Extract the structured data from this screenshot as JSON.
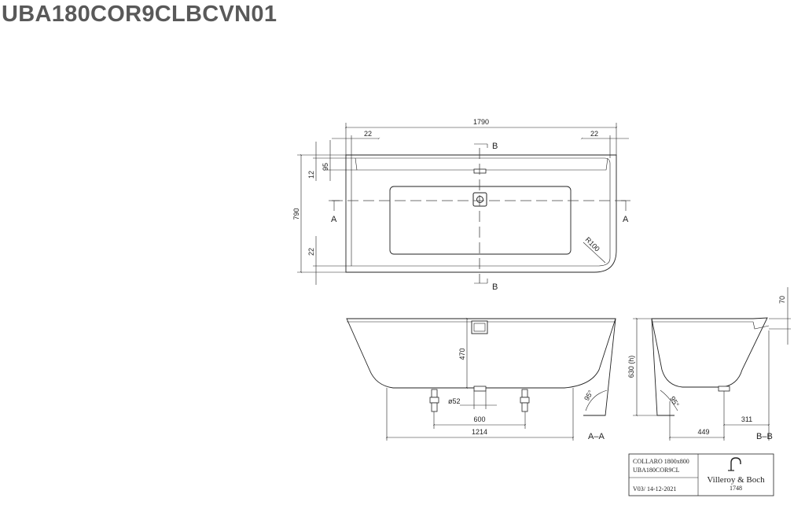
{
  "title": "UBA180COR9CLBCVN01",
  "plan": {
    "overall_length": "1790",
    "left_margin": "22",
    "right_margin": "22",
    "overall_width": "790",
    "rim_12": "12",
    "rim_95": "95",
    "bottom_22": "22",
    "radius": "R100",
    "section_a": "A",
    "section_b": "B"
  },
  "front_view": {
    "depth": "470",
    "waste_diameter": "ø52",
    "feet_spacing": "600",
    "base_length": "1214",
    "angle": "95°",
    "section_label": "A–A"
  },
  "side_view": {
    "rim": "70",
    "height": "630 (h)",
    "offset_311": "311",
    "base_449": "449",
    "angle": "95°",
    "section_label": "B–B"
  },
  "title_block": {
    "model": "COLLARO 1800x800",
    "code": "UBA180COR9CL",
    "version": "V03/ 14-12-2021",
    "brand": "Villeroy & Boch",
    "brand_year": "1748"
  }
}
